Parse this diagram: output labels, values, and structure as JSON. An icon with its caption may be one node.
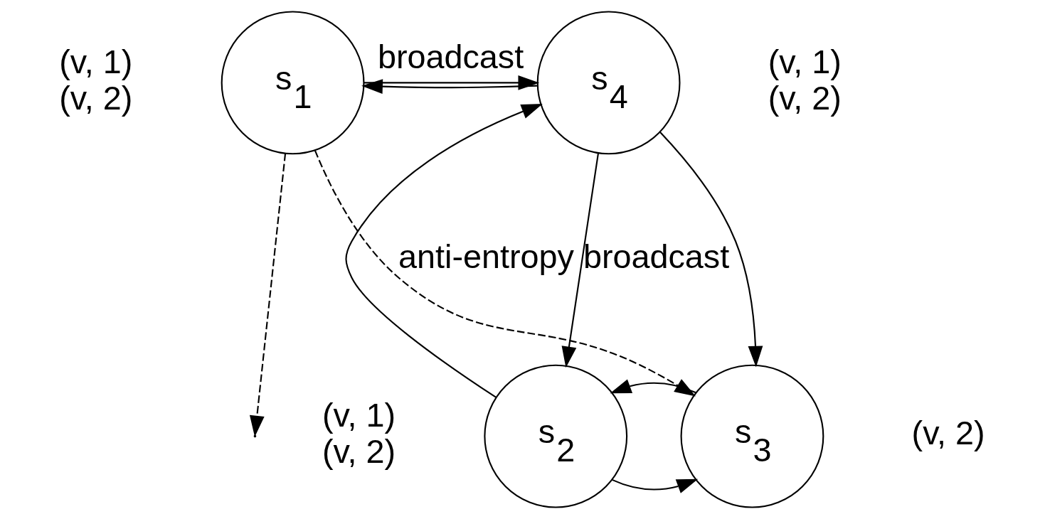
{
  "diagram": {
    "nodes": [
      {
        "text": [
          "s$_{1}$"
        ],
        "beside": [
          "(v, 1)",
          "(v, 2)"
        ]
      },
      {
        "text": [
          "s$_{4}$"
        ],
        "beside": [
          "(v, 1)",
          "(v, 2)"
        ]
      },
      {
        "text": [
          "s$_{2}$"
        ],
        "beside": [
          "(v, 1)",
          "(v, 2)"
        ]
      },
      {
        "text": [
          "s$_{3}$"
        ],
        "beside": [
          "(v, 2)"
        ]
      }
    ],
    "edges": [
      {
        "from": 0,
        "to": 1,
        "arrow": "to",
        "label": "broadcast"
      },
      {
        "from": 1,
        "to": 0,
        "arrow": "to"
      },
      {
        "from": 0,
        "to": null,
        "arrow": "to",
        "style": "dashed"
      },
      {
        "from": 0,
        "to": 3,
        "arrow": "to",
        "style": "dashed",
        "label": "anti-entropy"
      },
      {
        "from": 1,
        "to": 3,
        "arrow": "to"
      },
      {
        "from": 1,
        "to": 2,
        "arrow": "to",
        "label": "broadcast"
      },
      {
        "from": 2,
        "to": 1,
        "arrow": "to"
      },
      {
        "from": 2,
        "to": 3,
        "arrow": "to"
      },
      {
        "from": 3,
        "to": 2,
        "arrow": "to"
      }
    ]
  }
}
